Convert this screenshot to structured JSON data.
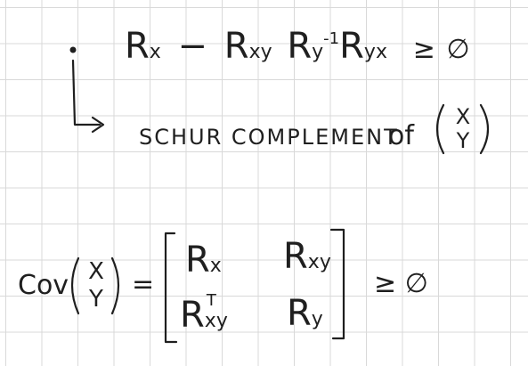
{
  "line1": {
    "R_x": "R",
    "R_x_sub": "x",
    "minus": "−",
    "R_xy": "R",
    "R_xy_sub": "xy",
    "R_y": "R",
    "R_y_sub": "y",
    "inverse_exp": "-1",
    "R_yx": "R",
    "R_yx_sub": "yx",
    "geq": "≥",
    "zero": "∅"
  },
  "line2": {
    "caption": "SCHUR COMPLEMENT",
    "of": "of",
    "vec_top": "X",
    "vec_bottom": "Y"
  },
  "line3": {
    "cov_label": "Cov",
    "vec_top": "X",
    "vec_bottom": "Y",
    "equals": "=",
    "m11": "R",
    "m11_sub": "x",
    "m12": "R",
    "m12_sub": "xy",
    "m21": "R",
    "m21_sub": "xy",
    "m21_sup": "T",
    "m22": "R",
    "m22_sub": "y",
    "geq": "≥",
    "zero": "∅"
  }
}
